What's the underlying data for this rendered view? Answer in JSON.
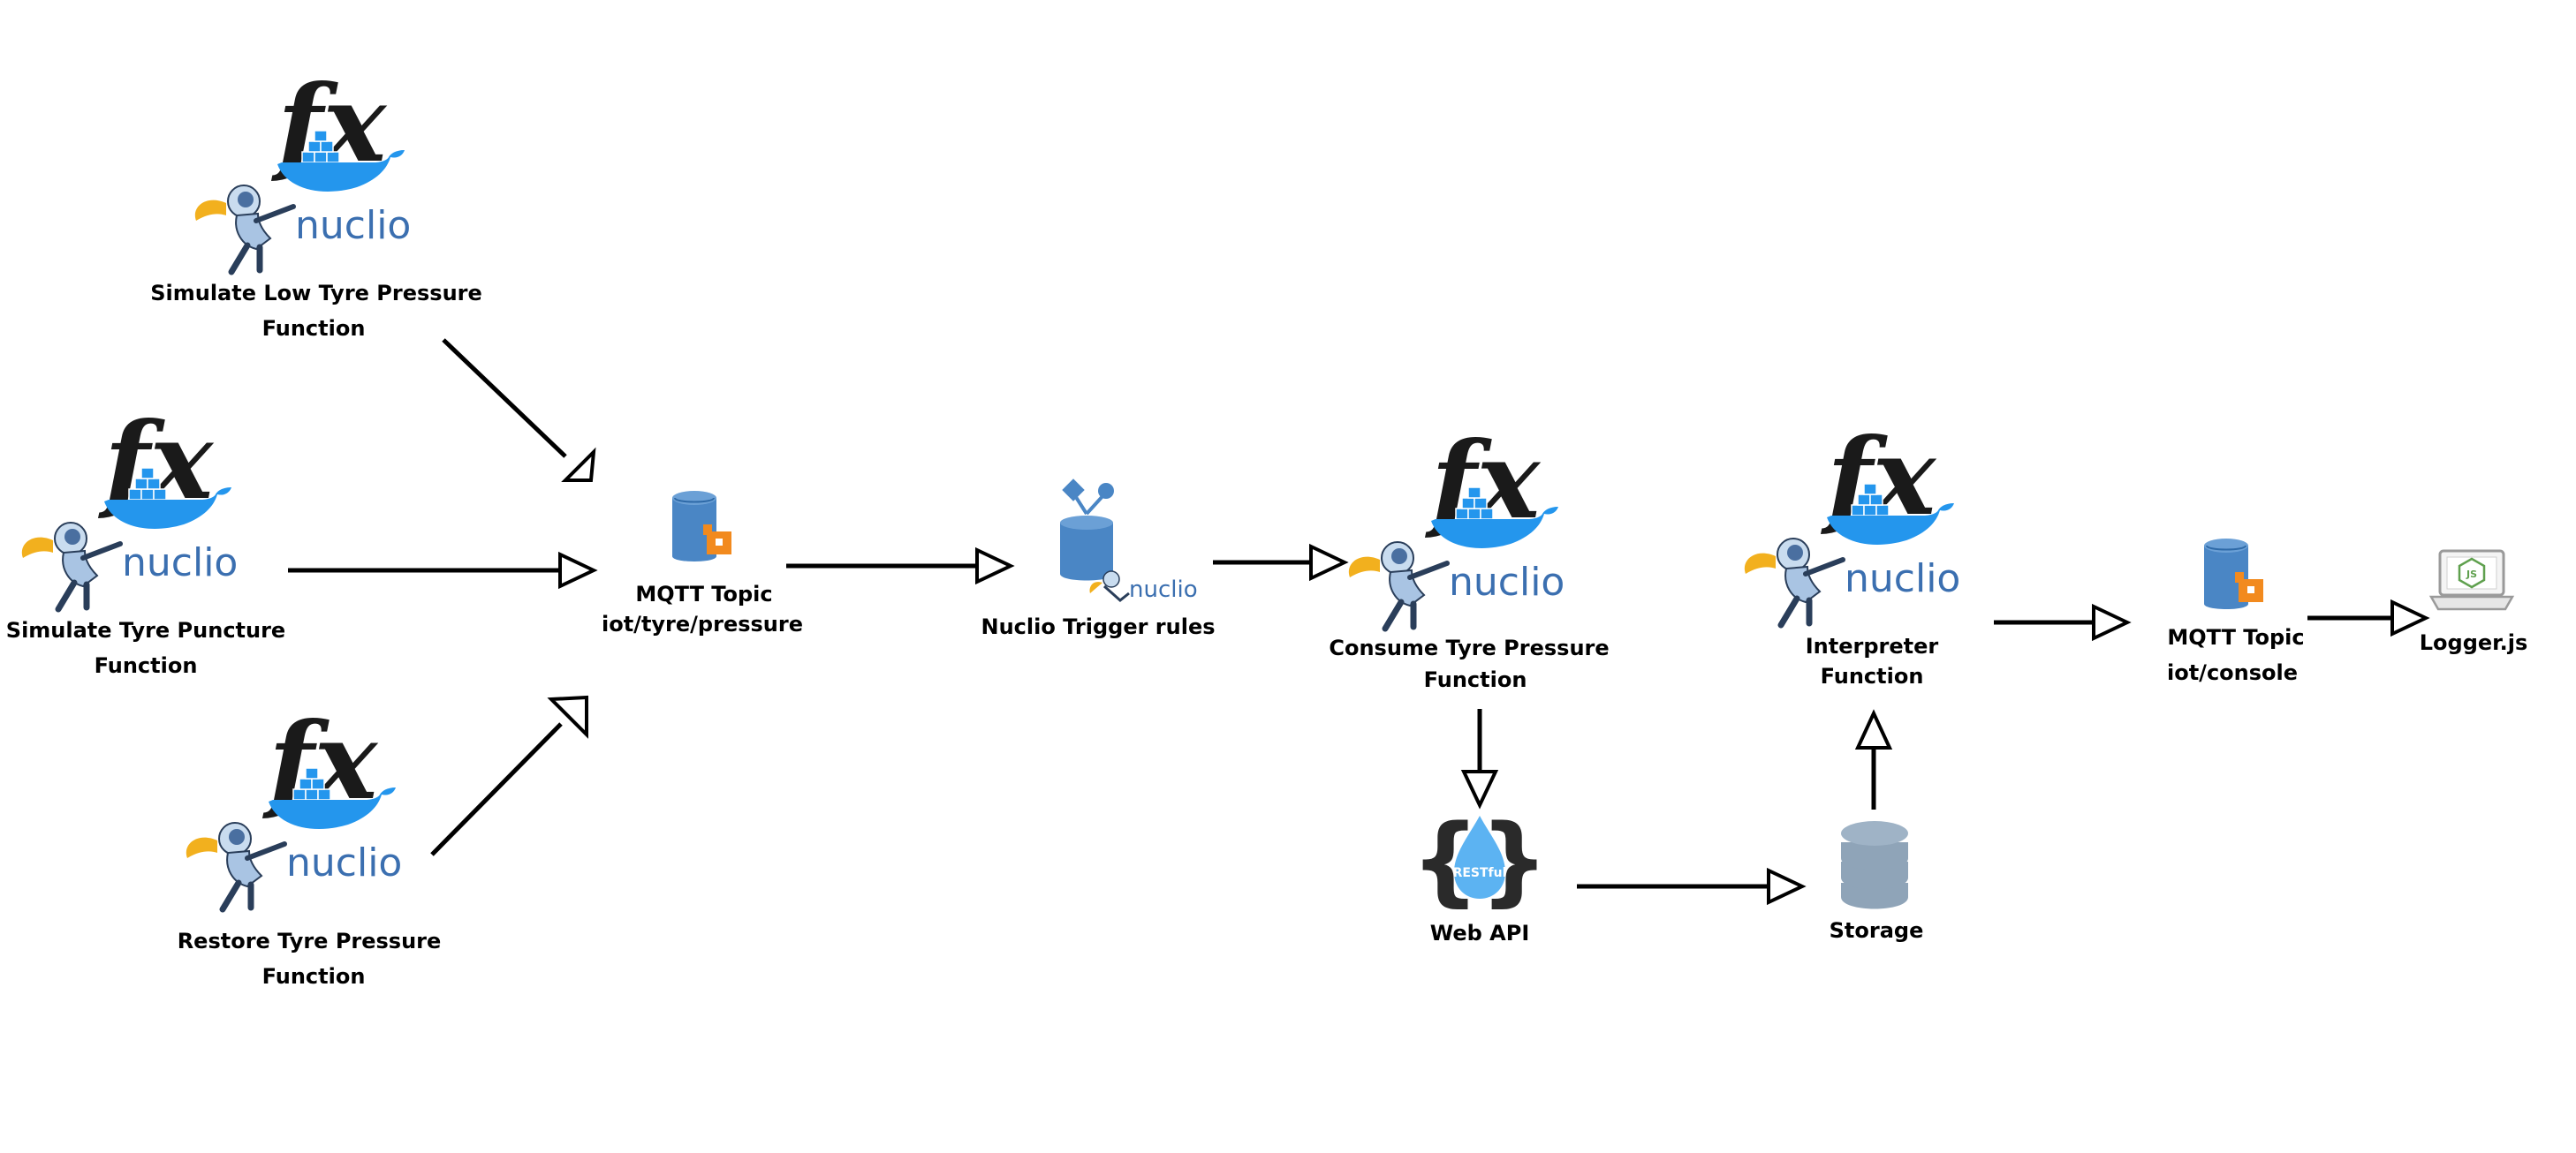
{
  "nodes": {
    "simulate_low": {
      "line1": "Simulate Low Tyre Pressure",
      "line2": "Function",
      "icon": "nuclio-function-icon",
      "icon_text": {
        "fx": "fx",
        "brand": "nuclio"
      }
    },
    "simulate_puncture": {
      "line1": "Simulate Tyre Puncture",
      "line2": "Function",
      "icon": "nuclio-function-icon",
      "icon_text": {
        "fx": "fx",
        "brand": "nuclio"
      }
    },
    "restore": {
      "line1": "Restore Tyre Pressure",
      "line2": "Function",
      "icon": "nuclio-function-icon",
      "icon_text": {
        "fx": "fx",
        "brand": "nuclio"
      }
    },
    "mqtt_pressure": {
      "line1": "MQTT Topic",
      "line2": "iot/tyre/pressure",
      "icon": "mqtt-topic-icon"
    },
    "trigger_rules": {
      "line1": "Nuclio Trigger rules",
      "icon": "nuclio-trigger-icon",
      "icon_text": {
        "brand": "nuclio"
      }
    },
    "consume": {
      "line1": "Consume Tyre Pressure",
      "line2": "Function",
      "icon": "nuclio-function-icon",
      "icon_text": {
        "fx": "fx",
        "brand": "nuclio"
      }
    },
    "interpreter": {
      "line1": "Interpreter",
      "line2": "Function",
      "icon": "nuclio-function-icon",
      "icon_text": {
        "fx": "fx",
        "brand": "nuclio"
      }
    },
    "mqtt_console": {
      "line1": "MQTT Topic",
      "line2": "iot/console",
      "icon": "mqtt-topic-icon"
    },
    "logger": {
      "line1": "Logger.js",
      "icon": "nodejs-laptop-icon",
      "icon_text": {
        "badge": "JS"
      }
    },
    "web_api": {
      "line1": "Web API",
      "icon": "restful-api-icon",
      "icon_text": {
        "badge": "RESTful"
      }
    },
    "storage": {
      "line1": "Storage",
      "icon": "database-icon"
    }
  },
  "edges": [
    {
      "from": "Simulate Low Tyre Pressure Function",
      "to": "MQTT Topic iot/tyre/pressure"
    },
    {
      "from": "Simulate Tyre Puncture Function",
      "to": "MQTT Topic iot/tyre/pressure"
    },
    {
      "from": "Restore Tyre Pressure Function",
      "to": "MQTT Topic iot/tyre/pressure"
    },
    {
      "from": "MQTT Topic iot/tyre/pressure",
      "to": "Nuclio Trigger rules"
    },
    {
      "from": "Nuclio Trigger rules",
      "to": "Consume Tyre Pressure Function"
    },
    {
      "from": "Consume Tyre Pressure Function",
      "to": "Web API"
    },
    {
      "from": "Web API",
      "to": "Storage"
    },
    {
      "from": "Storage",
      "to": "Interpreter Function"
    },
    {
      "from": "Interpreter Function",
      "to": "MQTT Topic iot/console"
    },
    {
      "from": "MQTT Topic iot/console",
      "to": "Logger.js"
    }
  ],
  "colors": {
    "mqtt_blue": "#4a86c5",
    "mqtt_orange": "#f28a1e",
    "nuclio_blue": "#3b6fb0",
    "docker_blue": "#2496ed",
    "restful_blue": "#5cb3f2",
    "storage_gray": "#8fa4b8",
    "nodejs_green": "#5fa04e"
  }
}
